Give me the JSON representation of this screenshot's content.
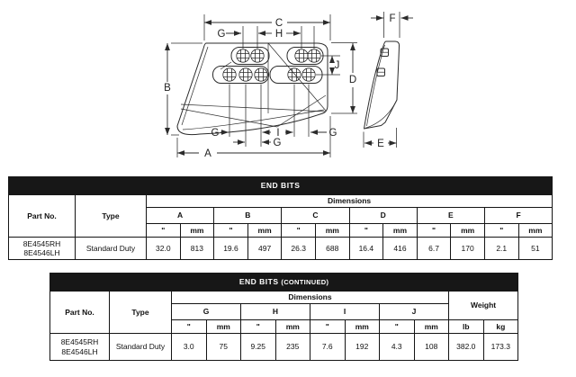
{
  "diagram": {
    "dim_labels": {
      "A": "A",
      "B": "B",
      "C": "C",
      "D": "D",
      "E": "E",
      "F": "F",
      "G": "G",
      "H": "H",
      "I": "I",
      "J": "J"
    }
  },
  "table1": {
    "title": "END BITS",
    "headers": {
      "part": "Part No.",
      "type": "Type",
      "dimensions": "Dimensions",
      "inch": "\"",
      "mm": "mm"
    },
    "letters": [
      "A",
      "B",
      "C",
      "D",
      "E",
      "F"
    ],
    "row": {
      "part_line1": "8E4545RH",
      "part_line2": "8E4546LH",
      "type": "Standard Duty",
      "values_in": [
        "32.0",
        "19.6",
        "26.3",
        "16.4",
        "6.7",
        "2.1"
      ],
      "values_mm": [
        "813",
        "497",
        "688",
        "416",
        "170",
        "51"
      ]
    }
  },
  "table2": {
    "title": "END BITS",
    "title_suffix": "(CONTINUED)",
    "headers": {
      "part": "Part No.",
      "type": "Type",
      "dimensions": "Dimensions",
      "weight": "Weight",
      "inch": "\"",
      "mm": "mm",
      "lb": "lb",
      "kg": "kg"
    },
    "letters": [
      "G",
      "H",
      "I",
      "J"
    ],
    "row": {
      "part_line1": "8E4545RH",
      "part_line2": "8E4546LH",
      "type": "Standard Duty",
      "values_in": [
        "3.0",
        "9.25",
        "7.6",
        "4.3"
      ],
      "values_mm": [
        "75",
        "235",
        "192",
        "108"
      ],
      "weight_lb": "382.0",
      "weight_kg": "173.3"
    }
  }
}
